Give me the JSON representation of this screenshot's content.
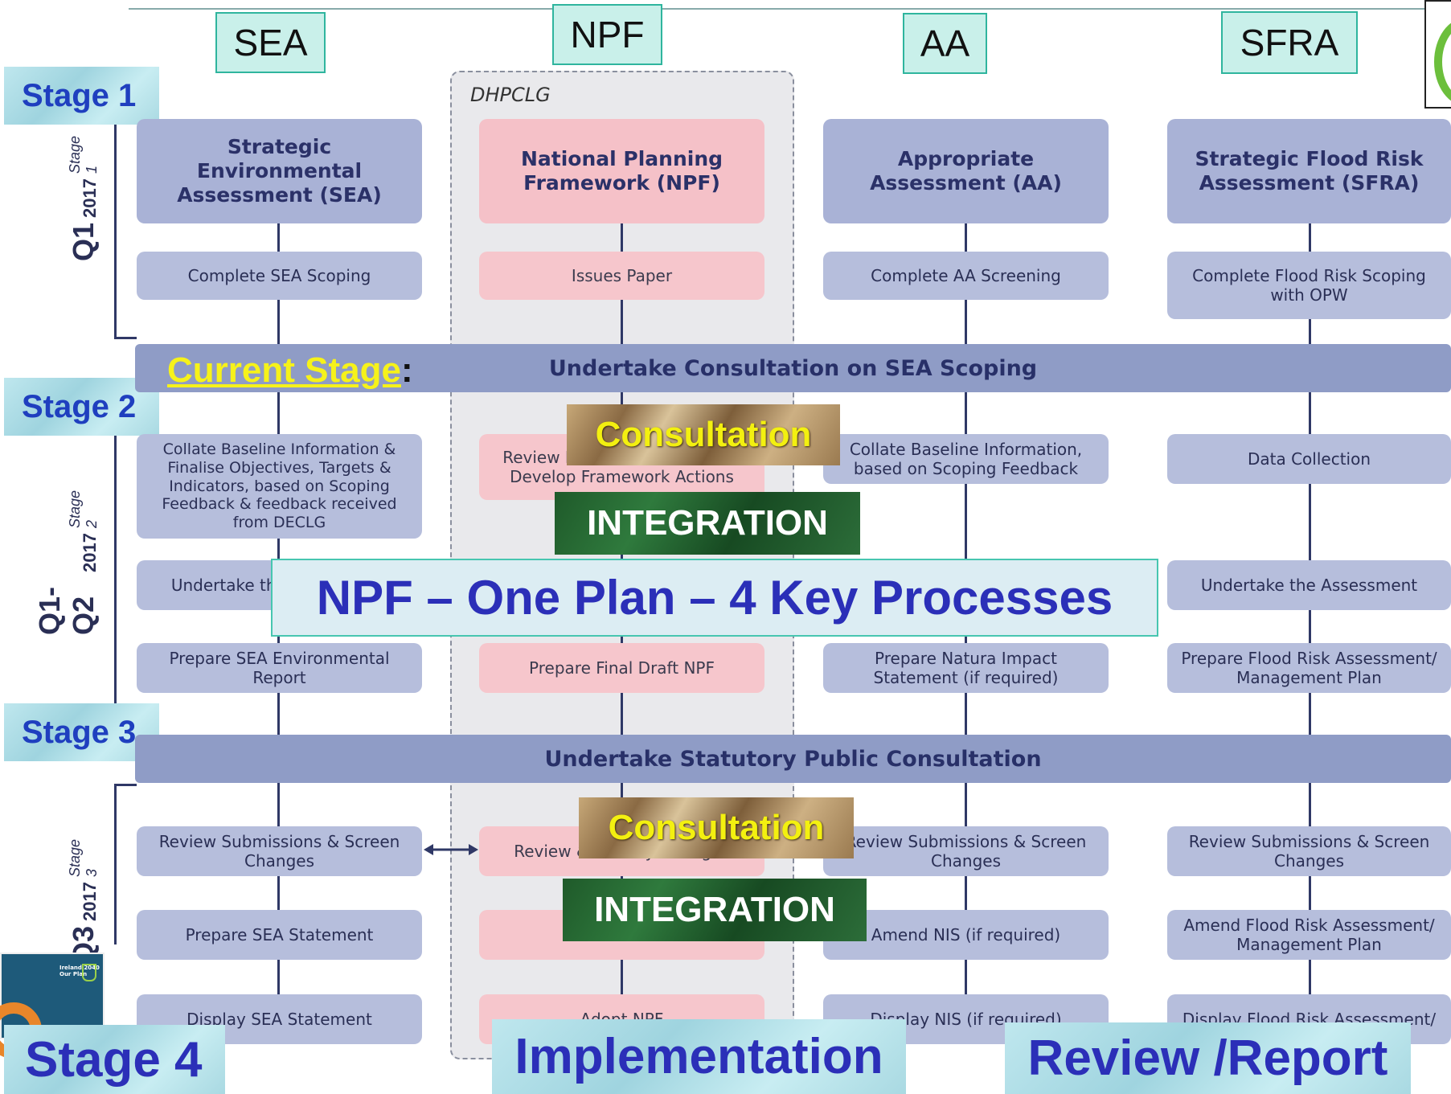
{
  "columns": {
    "sea": "SEA",
    "npf": "NPF",
    "aa": "AA",
    "sfra": "SFRA"
  },
  "stages": {
    "s1": "Stage 1",
    "s2": "Stage 2",
    "s3": "Stage 3",
    "s4": "Stage 4"
  },
  "org_label": "DHPCLG",
  "quarters": [
    {
      "q": "Q1",
      "year": "2017",
      "stage": "Stage 1"
    },
    {
      "q": "Q1-Q2",
      "year": "2017",
      "stage": "Stage 2"
    },
    {
      "q": "Q3",
      "year": "2017",
      "stage": "Stage 3"
    }
  ],
  "headers": {
    "sea": "Strategic Environmental Assessment (SEA)",
    "npf": "National Planning Framework (NPF)",
    "aa": "Appropriate Assessment (AA)",
    "sfra": "Strategic Flood Risk Assessment (SFRA)"
  },
  "row1": {
    "sea": "Complete SEA Scoping",
    "npf": "Issues Paper",
    "aa": "Complete AA Screening",
    "sfra": "Complete Flood Risk Scoping with OPW"
  },
  "band1": "Undertake Consultation on SEA Scoping",
  "current_stage": "Current Stage",
  "current_colon": ":",
  "row2": {
    "sea": "Collate Baseline Information & Finalise Objectives, Targets & Indicators, based on Scoping Feedback & feedback received from DECLG",
    "npf": "Review Draft NPF Feedback & Develop Framework Actions",
    "aa": "Collate Baseline Information, based on Scoping Feedback",
    "sfra": "Data Collection"
  },
  "row3": {
    "sea": "Undertake the Assessment",
    "sfra": "Undertake the Assessment"
  },
  "row4": {
    "sea": "Prepare SEA Environmental Report",
    "npf": "Prepare Final Draft NPF",
    "aa": "Prepare Natura Impact Statement (if required)",
    "sfra": "Prepare Flood Risk Assessment/ Management Plan"
  },
  "band2": "Undertake Statutory Public Consultation",
  "row5": {
    "sea": "Review Submissions & Screen Changes",
    "npf": "Review & Identify Changes",
    "aa": "Review Submissions & Screen Changes",
    "sfra": "Review Submissions & Screen Changes"
  },
  "row6": {
    "sea": "Prepare SEA Statement",
    "aa": "Amend NIS (if required)",
    "sfra": "Amend Flood Risk Assessment/ Management Plan"
  },
  "row7": {
    "sea": "Display SEA Statement",
    "npf": "Adopt NPF",
    "aa": "Display NIS (if required)",
    "sfra": "Display Flood Risk Assessment/"
  },
  "overlays": {
    "consultation": "Consultation",
    "integration": "INTEGRATION",
    "banner": "NPF – One Plan – 4 Key Processes",
    "implementation": "Implementation",
    "review_report": "Review /Report"
  },
  "thumbnail": {
    "title": "Ireland 2040 Our Plan"
  }
}
